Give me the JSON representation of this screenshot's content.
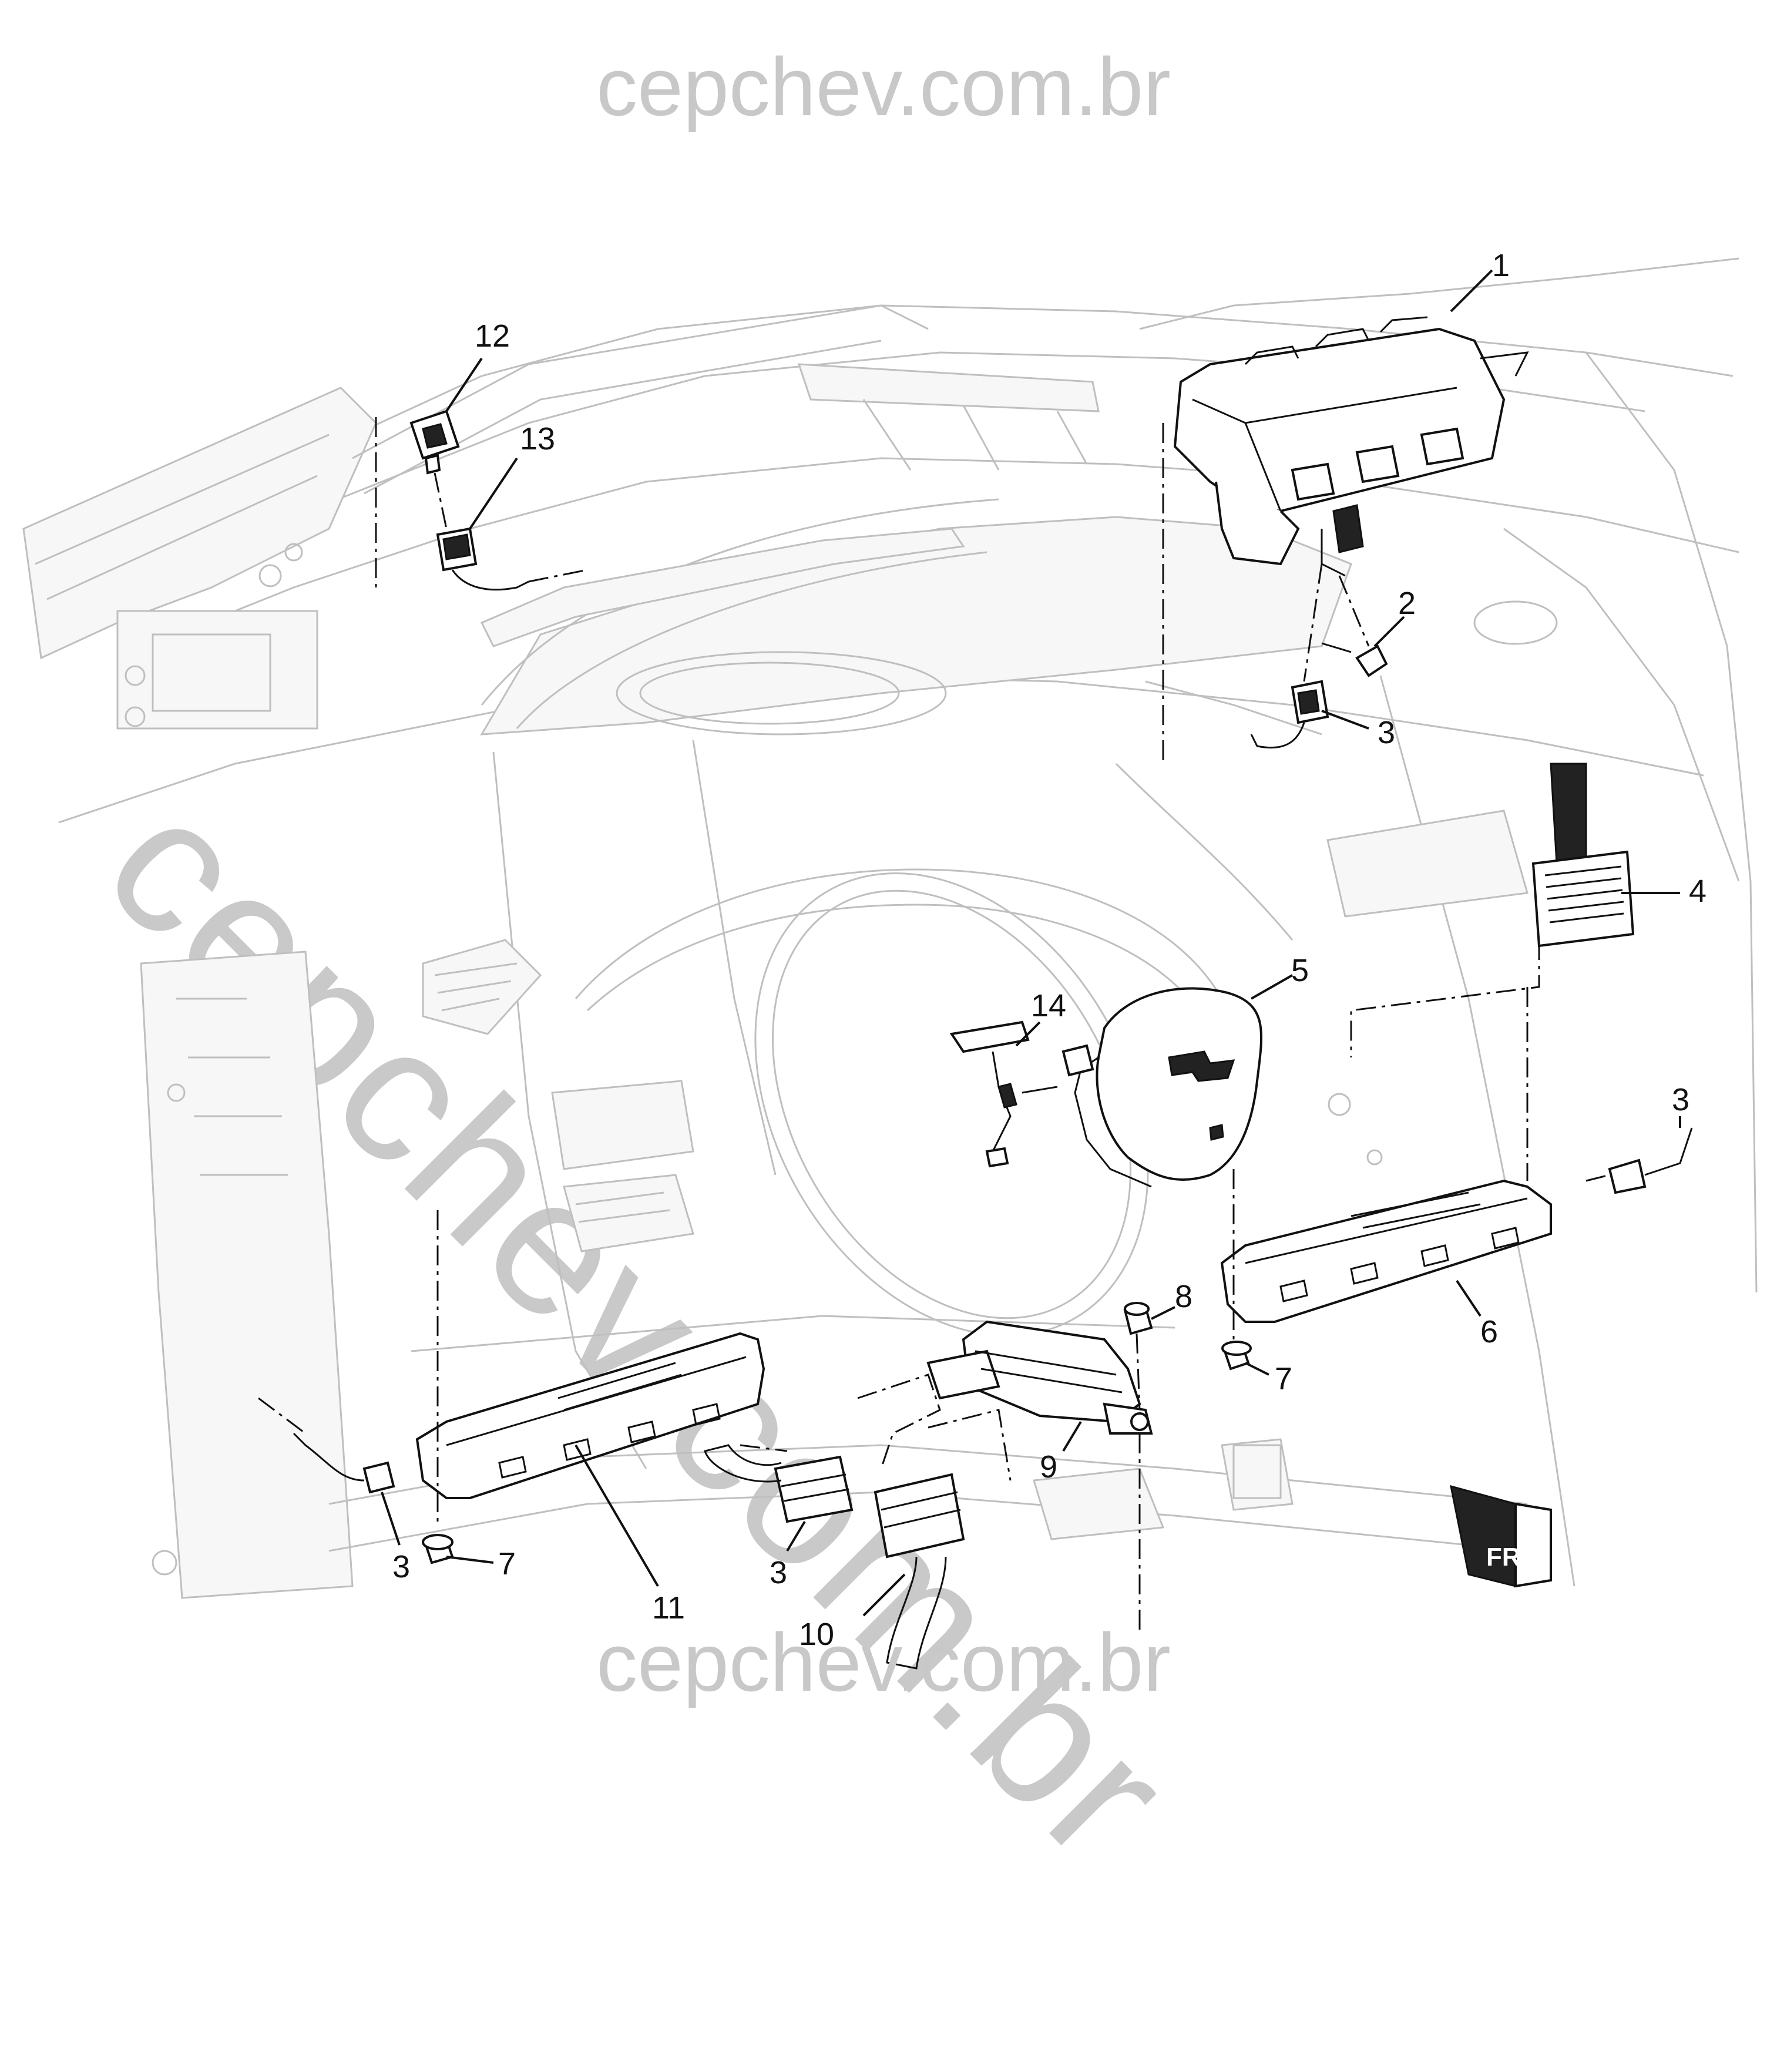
{
  "watermark": {
    "top": "cepchev.com.br",
    "diagonal": "cepchev.com.br",
    "bottom": "cepchev.com.br"
  },
  "callouts": [
    {
      "id": "c1",
      "label": "1"
    },
    {
      "id": "c2",
      "label": "2"
    },
    {
      "id": "c3a",
      "label": "3"
    },
    {
      "id": "c3b",
      "label": "3"
    },
    {
      "id": "c3c",
      "label": "3"
    },
    {
      "id": "c3d",
      "label": "3"
    },
    {
      "id": "c4",
      "label": "4"
    },
    {
      "id": "c5",
      "label": "5"
    },
    {
      "id": "c6",
      "label": "6"
    },
    {
      "id": "c7a",
      "label": "7"
    },
    {
      "id": "c7b",
      "label": "7"
    },
    {
      "id": "c8",
      "label": "8"
    },
    {
      "id": "c9",
      "label": "9"
    },
    {
      "id": "c10",
      "label": "10"
    },
    {
      "id": "c11",
      "label": "11"
    },
    {
      "id": "c12",
      "label": "12"
    },
    {
      "id": "c13",
      "label": "13"
    },
    {
      "id": "c14",
      "label": "14"
    }
  ],
  "orientation_marker": "FRT",
  "colors": {
    "line": "#111111",
    "ghost": "#bfbfbf",
    "watermark": "#c8c8c8"
  }
}
